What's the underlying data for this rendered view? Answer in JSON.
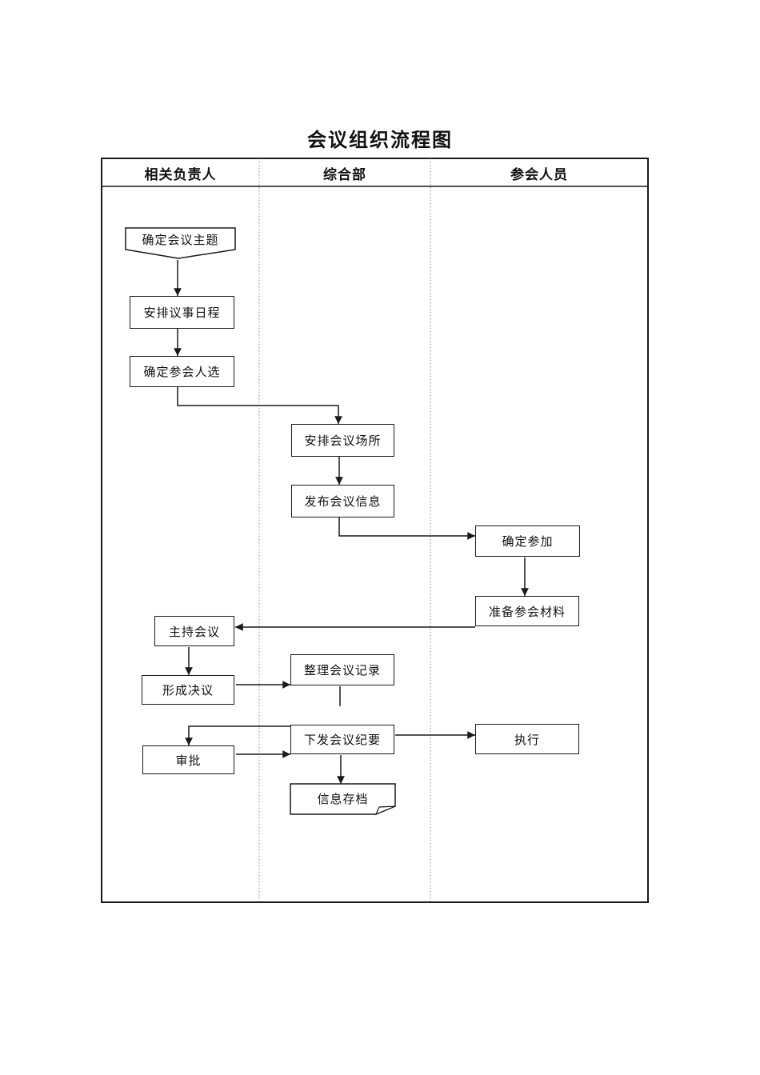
{
  "title": "会议组织流程图",
  "lanes": [
    {
      "label": "相关负责人"
    },
    {
      "label": "综合部"
    },
    {
      "label": "参会人员"
    }
  ],
  "nodes": [
    {
      "id": "determine-topic",
      "label": "确定会议主题",
      "shape": "pennant",
      "lane": "相关负责人"
    },
    {
      "id": "arrange-agenda",
      "label": "安排议事日程",
      "shape": "rect",
      "lane": "相关负责人"
    },
    {
      "id": "determine-attendees",
      "label": "确定参会人选",
      "shape": "rect",
      "lane": "相关负责人"
    },
    {
      "id": "arrange-venue",
      "label": "安排会议场所",
      "shape": "rect",
      "lane": "综合部"
    },
    {
      "id": "publish-info",
      "label": "发布会议信息",
      "shape": "rect",
      "lane": "综合部"
    },
    {
      "id": "confirm-attendance",
      "label": "确定参加",
      "shape": "rect",
      "lane": "参会人员"
    },
    {
      "id": "prepare-materials",
      "label": "准备参会材料",
      "shape": "rect",
      "lane": "参会人员"
    },
    {
      "id": "host-meeting",
      "label": "主持会议",
      "shape": "rect",
      "lane": "相关负责人"
    },
    {
      "id": "organize-minutes",
      "label": "整理会议记录",
      "shape": "rect",
      "lane": "综合部"
    },
    {
      "id": "form-resolution",
      "label": "形成决议",
      "shape": "rect",
      "lane": "相关负责人"
    },
    {
      "id": "issue-minutes",
      "label": "下发会议纪要",
      "shape": "rect",
      "lane": "综合部"
    },
    {
      "id": "approval",
      "label": "审批",
      "shape": "rect",
      "lane": "相关负责人"
    },
    {
      "id": "execute",
      "label": "执行",
      "shape": "rect",
      "lane": "参会人员"
    },
    {
      "id": "archive-info",
      "label": "信息存档",
      "shape": "document",
      "lane": "综合部"
    }
  ],
  "edges": [
    {
      "from": "确定会议主题",
      "to": "安排议事日程",
      "arrow": true
    },
    {
      "from": "安排议事日程",
      "to": "确定参会人选",
      "arrow": true
    },
    {
      "from": "确定参会人选",
      "to": "安排会议场所",
      "arrow": true
    },
    {
      "from": "安排会议场所",
      "to": "发布会议信息",
      "arrow": true
    },
    {
      "from": "发布会议信息",
      "to": "确定参加",
      "arrow": true
    },
    {
      "from": "确定参加",
      "to": "准备参会材料",
      "arrow": true
    },
    {
      "from": "准备参会材料",
      "to": "主持会议",
      "arrow": true
    },
    {
      "from": "主持会议",
      "to": "形成决议",
      "arrow": true
    },
    {
      "from": "形成决议",
      "to": "整理会议记录",
      "arrow": true
    },
    {
      "from": "整理会议记录",
      "to": "下发会议纪要",
      "arrow": false
    },
    {
      "from": "下发会议纪要",
      "to": "审批",
      "arrow": true
    },
    {
      "from": "审批",
      "to": "下发会议纪要",
      "arrow": true
    },
    {
      "from": "下发会议纪要",
      "to": "执行",
      "arrow": true
    },
    {
      "from": "下发会议纪要",
      "to": "信息存档",
      "arrow": true
    }
  ],
  "colors": {
    "stroke": "#1a1a1a",
    "divider": "#8a8a8a",
    "background": "#ffffff",
    "text": "#111111"
  }
}
